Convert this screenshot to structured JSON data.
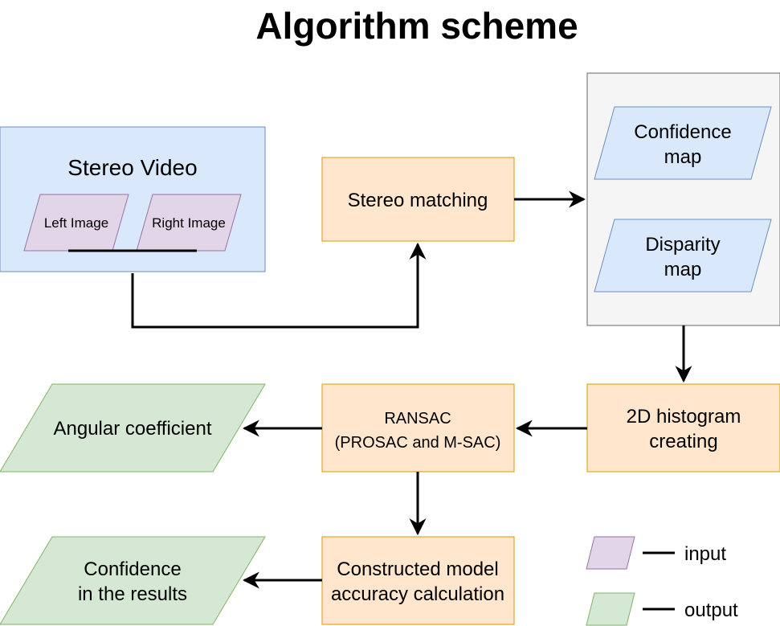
{
  "title": "Algorithm scheme",
  "colors": {
    "input_fill": "#e1d5e7",
    "input_stroke": "#9673a6",
    "output_fill": "#d5e8d4",
    "output_stroke": "#82b366",
    "process_fill": "#ffe6cc",
    "process_stroke": "#d79b00",
    "data_fill": "#dae8fc",
    "data_stroke": "#6c8ebf",
    "group_fill": "#f5f5f5",
    "group_stroke": "#666666"
  },
  "nodes": {
    "stereo_video": "Stereo Video",
    "left_image": "Left Image",
    "right_image": "Right Image",
    "stereo_matching": "Stereo matching",
    "confidence_map": [
      "Confidence",
      "map"
    ],
    "disparity_map": [
      "Disparity",
      "map"
    ],
    "histogram": [
      "2D histogram",
      "creating"
    ],
    "ransac": [
      "RANSAC",
      "(PROSAC and M-SAC)"
    ],
    "angular_coefficient": "Angular coefficient",
    "accuracy": [
      "Constructed model",
      "accuracy calculation"
    ],
    "confidence_results": [
      "Confidence",
      "in the results"
    ]
  },
  "legend": {
    "input": "input",
    "output": "output"
  }
}
